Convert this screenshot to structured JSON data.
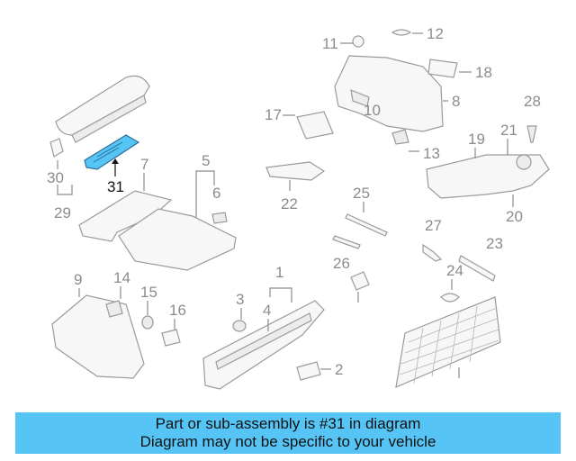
{
  "callouts": {
    "c1": "1",
    "c2": "2",
    "c3": "3",
    "c4": "4",
    "c5": "5",
    "c6": "6",
    "c7": "7",
    "c8": "8",
    "c9": "9",
    "c10": "10",
    "c11": "11",
    "c12": "12",
    "c13": "13",
    "c14": "14",
    "c15": "15",
    "c16": "16",
    "c17": "17",
    "c18": "18",
    "c19": "19",
    "c20": "20",
    "c21": "21",
    "c22": "22",
    "c23": "23",
    "c24": "24",
    "c25": "25",
    "c26": "26",
    "c27": "27",
    "c28": "28",
    "c29": "29",
    "c30": "30",
    "c31": "31"
  },
  "highlight": {
    "part": "31",
    "color": "#56c4f4"
  },
  "caption": {
    "line1": "Part or sub-assembly is #31 in diagram",
    "line2": "Diagram may not be specific to your vehicle",
    "background": "#56c4f4"
  }
}
